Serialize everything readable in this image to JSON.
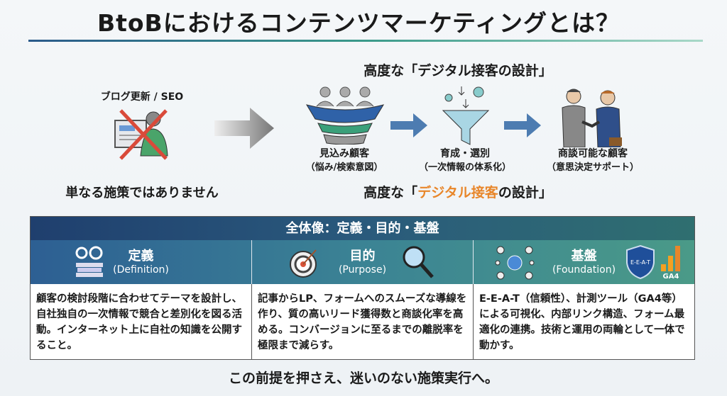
{
  "title": "BtoBにおけるコンテンツマーケティングとは？",
  "top_heading": "高度な「デジタル接客の設計」",
  "left": {
    "label": "ブログ更新 / SEO",
    "caption": "単なる施策ではありません"
  },
  "flow": [
    {
      "title": "見込み顧客",
      "sub": "（悩み/検索意図）"
    },
    {
      "title": "育成・選別",
      "sub": "（一次情報の体系化）"
    },
    {
      "title": "商談可能な顧客",
      "sub": "（意思決定サポート）"
    }
  ],
  "bottom_heading": {
    "prefix": "高度な「",
    "highlight": "デジタル接客",
    "suffix": "の設計」"
  },
  "table": {
    "header": "全体像：定義・目的・基盤",
    "columns": [
      {
        "title": "定義",
        "en": "(Definition)",
        "body": "顧客の検討段階に合わせてテーマを設計し、自社独自の一次情報で競合と差別化を図る活動。インターネット上に自社の知識を公開すること。"
      },
      {
        "title": "目的",
        "en": "(Purpose)",
        "body": "記事からLP、フォームへのスムーズな導線を作り、質の高いリード獲得数と商談化率を高める。コンバージョンに至るまでの離脱率を極限まで減らす。"
      },
      {
        "title": "基盤",
        "en": "(Foundation)",
        "body": "E-E-A-T（信頼性）、計測ツール（GA4等）による可視化、内部リンク構造、フォーム最適化の連携。技術と運用の両輪として一体で動かす。"
      }
    ],
    "badges": {
      "eeat": "E-E-A-T",
      "ga4": "GA4"
    }
  },
  "footer": "この前提を押さえ、迷いのない施策実行へ。",
  "colors": {
    "accent": "#e8862a",
    "navy": "#1f3f6e",
    "teal": "#3b8394"
  }
}
